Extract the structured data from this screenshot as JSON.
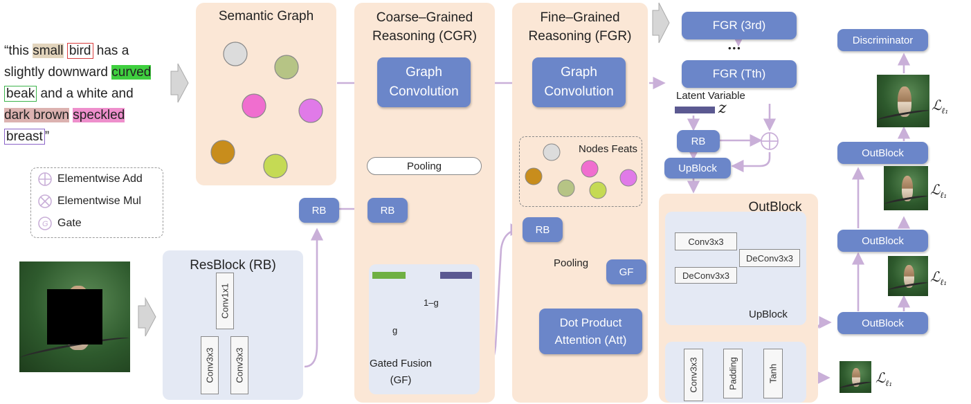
{
  "caption": {
    "open": "“this",
    "w_small": "small",
    "w_bird": "bird",
    "t1": "has a slightly downward",
    "w_curved": "curved",
    "w_beak": "beak",
    "t2": "and a white and",
    "w_darkbrown": "dark brown",
    "w_speckled": "speckled",
    "w_breast": "breast",
    "close": "”"
  },
  "legend": {
    "add": "Elementwise Add",
    "mul": "Elementwise Mul",
    "gate": "Gate"
  },
  "semantic_graph": {
    "title": "Semantic Graph"
  },
  "cgr": {
    "title": "Coarse–Grained\nReasoning (CGR)",
    "graph_conv": "Graph\nConvolution",
    "pooling": "Pooling",
    "rb": "RB",
    "gated_fusion": "Gated Fusion\n(GF)",
    "g_label": "g",
    "one_minus_g": "1–g"
  },
  "fgr": {
    "title": "Fine–Grained\nReasoning (FGR)",
    "graph_conv": "Graph\nConvolution",
    "nodes_feats": "Nodes Feats",
    "rb": "RB",
    "pooling": "Pooling",
    "gf": "GF",
    "attention": "Dot Product\nAttention (Att)"
  },
  "resblock": {
    "title": "ResBlock (RB)",
    "conv1x1": "Conv1x1",
    "conv3x3_a": "Conv3x3",
    "conv3x3_b": "Conv3x3",
    "rb_outside": "RB"
  },
  "stack": {
    "fgr3": "FGR (3rd)",
    "dots": "•••",
    "fgrT": "FGR (Tth)",
    "latent": "Latent Variable",
    "z": "z",
    "rb": "RB",
    "upblock": "UpBlock"
  },
  "outblock": {
    "title": "OutBlock",
    "conv3x3": "Conv3x3",
    "deconv3x3_a": "DeConv3x3",
    "deconv3x3_b": "DeConv3x3",
    "upblock": "UpBlock",
    "conv3x3_v": "Conv3x3",
    "padding": "Padding",
    "tanh": "Tanh"
  },
  "right": {
    "discriminator": "Discriminator",
    "outblock1": "OutBlock",
    "outblock2": "OutBlock",
    "outblock3": "OutBlock",
    "loss": "ℒ",
    "loss_sub": "ℓ₁"
  },
  "colors": {
    "peach": "#fbe7d6",
    "blue_panel": "#e4e9f4",
    "button": "#6b86c9",
    "arrow": "#c9afd8",
    "node_gray": "#dcdcdc",
    "node_olive": "#b6c485",
    "node_pink": "#f06ecf",
    "node_violet": "#e07ae8",
    "node_brown": "#c88d1c",
    "node_lime": "#c5da54",
    "bar_green": "#6fb043",
    "bar_purple": "#5b5991"
  }
}
